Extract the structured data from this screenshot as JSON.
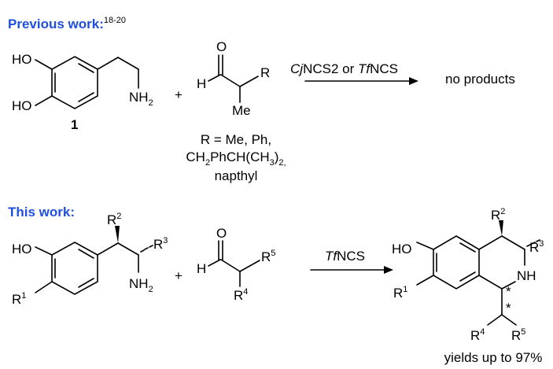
{
  "previous": {
    "header": "Previous work:",
    "ref": "18-20",
    "sub1": {
      "ho_top": "HO",
      "ho_bottom": "HO",
      "nh": "NH",
      "nh_sub": "2",
      "number": "1"
    },
    "plus": "+",
    "ald1": {
      "o": "O",
      "h": "H",
      "r": "R",
      "me": "Me"
    },
    "conditions": {
      "cj": "Cj",
      "ncs2": "NCS2 or ",
      "tf": "Tf",
      "ncs": "NCS"
    },
    "result": "no products",
    "r_def": {
      "line1": "R = Me, Ph,",
      "line2a": "CH",
      "line2b": "2",
      "line2c": "PhCH(CH",
      "line2d": "3",
      "line2e": ")",
      "line2f": "2,",
      "line3": "napthyl"
    }
  },
  "current": {
    "header": "This work:",
    "sub2": {
      "ho": "HO",
      "r": "R",
      "r1": "1",
      "r2": "2",
      "r3": "3",
      "nh": "NH",
      "nh_sub": "2"
    },
    "plus": "+",
    "ald2": {
      "o": "O",
      "h": "H",
      "r": "R",
      "r4": "4",
      "r5": "5"
    },
    "conditions": {
      "tf": "Tf",
      "ncs": "NCS"
    },
    "prod": {
      "ho": "HO",
      "r": "R",
      "r1": "1",
      "r2": "2",
      "r3": "3",
      "nh": "NH",
      "r4": "4",
      "r5": "5",
      "star": "*"
    },
    "yield": "yields up to 97%"
  }
}
